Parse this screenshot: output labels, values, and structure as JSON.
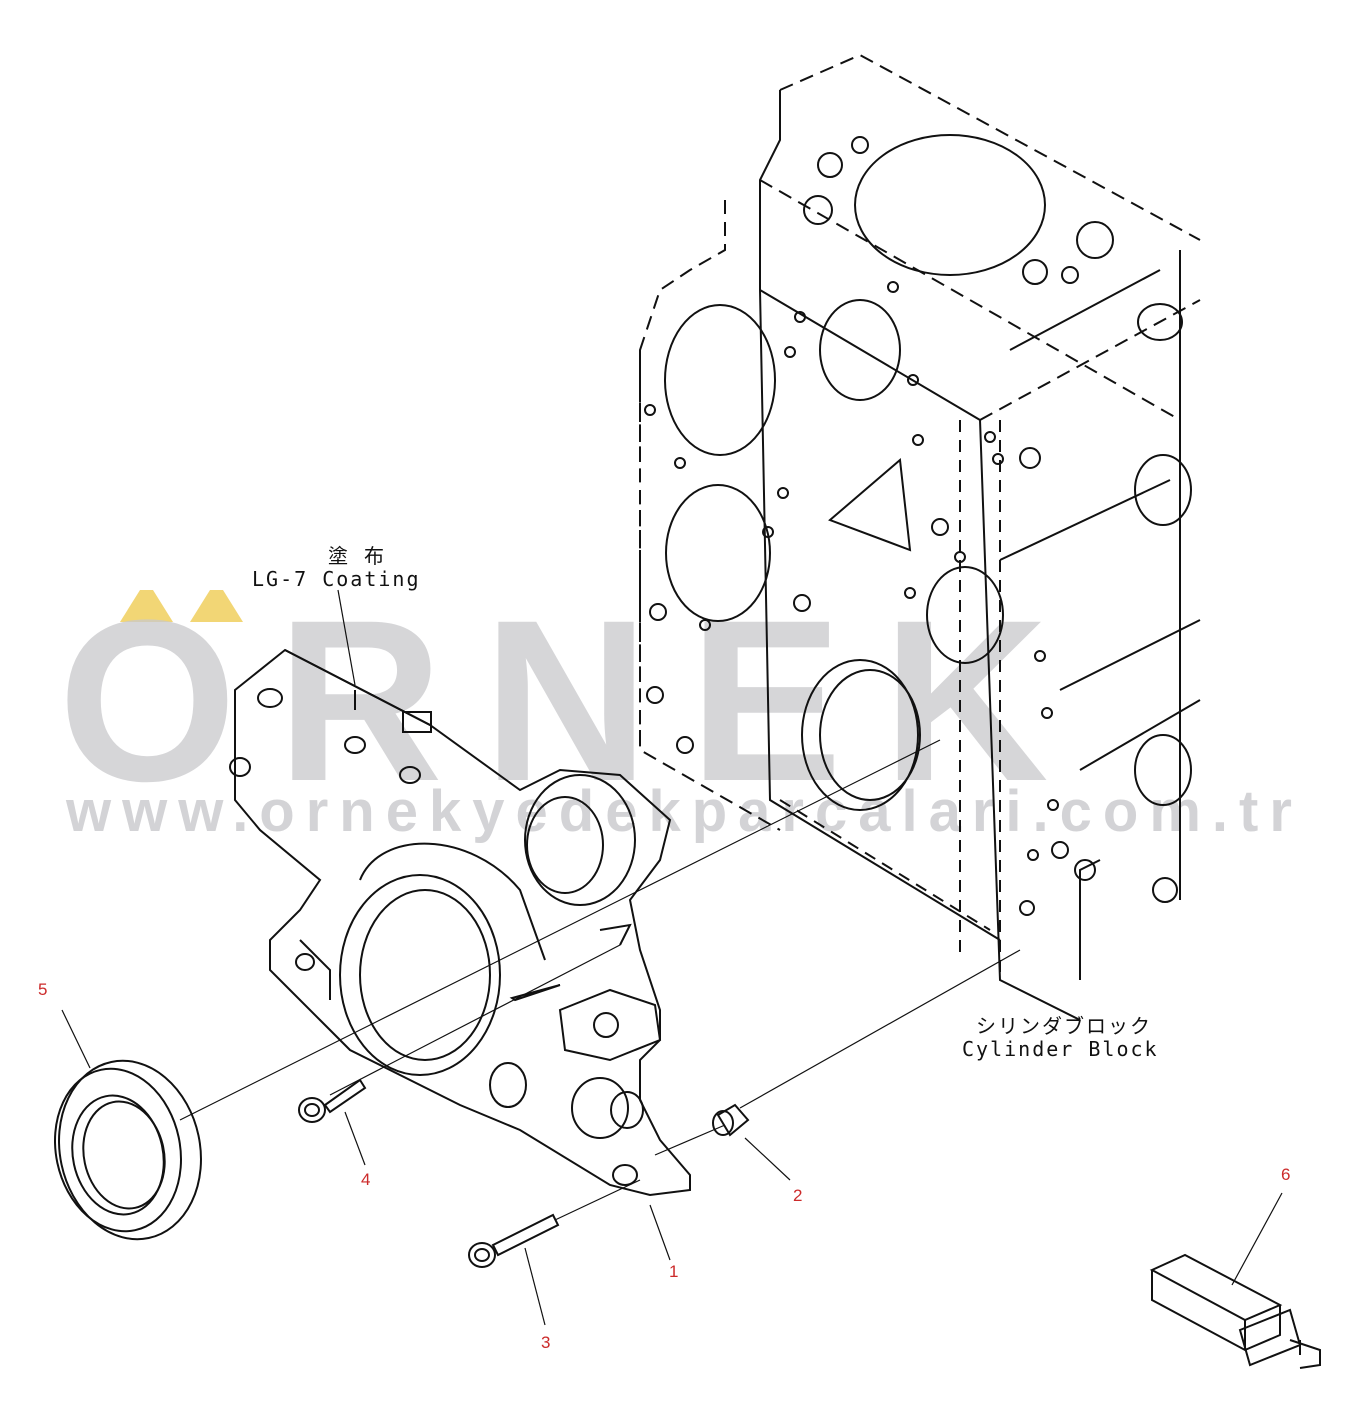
{
  "watermark": {
    "brand": "ORNEK",
    "url": "www.ornekyedekparcalari.com.tr"
  },
  "labels": {
    "coating_jp": "塗 布",
    "coating_en": "LG-7 Coating",
    "block_jp": "シリンダブロック",
    "block_en": "Cylinder Block"
  },
  "callouts": [
    {
      "id": "1",
      "text": "1"
    },
    {
      "id": "2",
      "text": "2"
    },
    {
      "id": "3",
      "text": "3"
    },
    {
      "id": "4",
      "text": "4"
    },
    {
      "id": "5",
      "text": "5"
    },
    {
      "id": "6",
      "text": "6"
    }
  ],
  "colors": {
    "line": "#111111",
    "callout": "#cc2a2a",
    "watermark": "#c9c9cc",
    "accent": "#f2d675"
  }
}
